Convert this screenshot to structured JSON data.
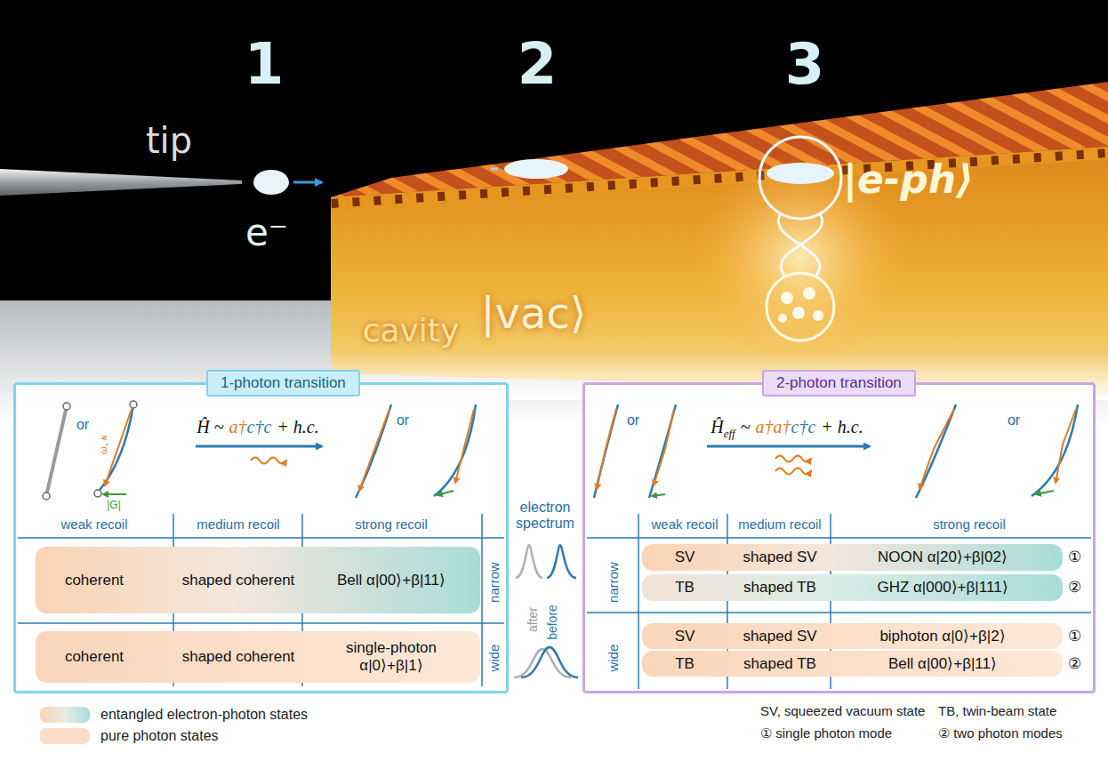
{
  "diagram": {
    "nodes": [
      {
        "text": [
          "1-photon transition"
        ]
      },
      {
        "text": [
          "coherent",
          "shaped coherent",
          "Bell α|00⟩+β|11⟩"
        ],
        "in": 0
      },
      {
        "text": [
          "coherent",
          "shaped coherent",
          "single-photon α|0⟩+β|1⟩"
        ],
        "in": 0
      },
      {
        "text": [
          "2-photon transition"
        ]
      },
      {
        "text": [
          "SV",
          "shaped SV",
          "NOON α|20⟩+β|02⟩",
          "①"
        ],
        "in": 3
      },
      {
        "text": [
          "TB",
          "shaped TB",
          "GHZ α|000⟩+β|111⟩",
          "②"
        ],
        "in": 3
      },
      {
        "text": [
          "SV",
          "shaped SV",
          "biphoton α|0⟩+β|2⟩",
          "①"
        ],
        "in": 3
      },
      {
        "text": [
          "TB",
          "shaped TB",
          "Bell α|00⟩+β|11⟩",
          "②"
        ],
        "in": 3
      }
    ],
    "labels": [
      "1",
      "2",
      "3",
      "tip",
      "e⁻",
      "|vac⟩",
      "cavity",
      "|e-ph⟩",
      "or",
      "ω, κ",
      "|G|",
      "Ĥ ~",
      "a†",
      "c†c",
      "+ h.c.",
      "or",
      "weak recoil",
      "medium recoil",
      "strong recoil",
      "narrow",
      "wide",
      "electron spectrum",
      "after",
      "before",
      "or",
      "Ĥ",
      "eff",
      "~",
      "a†a†",
      "c†c",
      "+ h.c.",
      "or",
      "weak recoil",
      "medium recoil",
      "strong recoil",
      "narrow",
      "wide",
      "SV, squeezed vacuum state",
      "TB, twin-beam state",
      "① single photon mode",
      "② two photon modes"
    ],
    "legend": [
      {
        "text": "entangled electron-photon states"
      },
      {
        "text": "pure photon states",
        "color": "#fcdcc4"
      }
    ]
  }
}
